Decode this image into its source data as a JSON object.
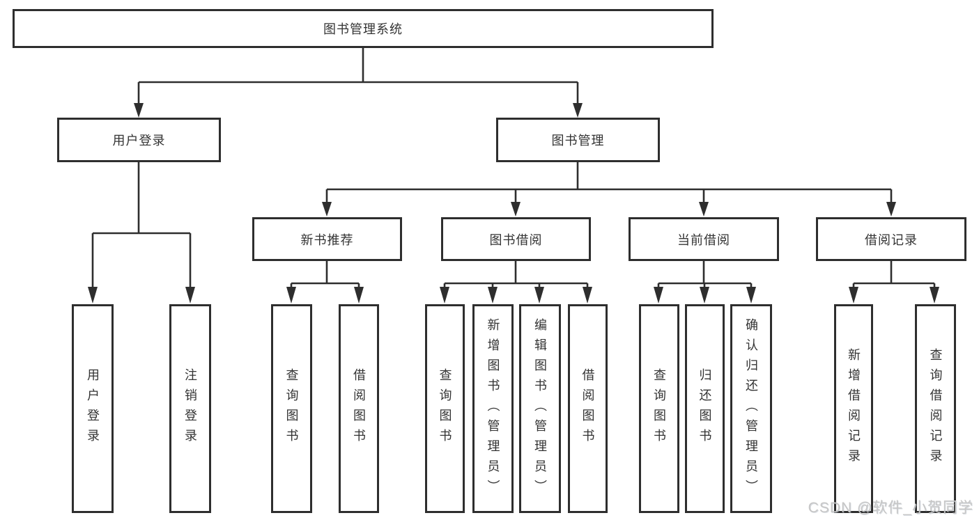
{
  "diagram": {
    "root": {
      "label": "图书管理系统"
    },
    "user_login": {
      "label": "用户登录",
      "children": [
        {
          "label": "用户登录"
        },
        {
          "label": "注销登录"
        }
      ]
    },
    "book_mgmt": {
      "label": "图书管理",
      "children": [
        {
          "label": "新书推荐",
          "children": [
            {
              "label": "查询图书"
            },
            {
              "label": "借阅图书"
            }
          ]
        },
        {
          "label": "图书借阅",
          "children": [
            {
              "label": "查询图书"
            },
            {
              "label": "新增图书（管理员）"
            },
            {
              "label": "编辑图书（管理员）"
            },
            {
              "label": "借阅图书"
            }
          ]
        },
        {
          "label": "当前借阅",
          "children": [
            {
              "label": "查询图书"
            },
            {
              "label": "归还图书"
            },
            {
              "label": "确认归还（管理员）"
            }
          ]
        },
        {
          "label": "借阅记录",
          "children": [
            {
              "label": "新增借阅记录"
            },
            {
              "label": "查询借阅记录"
            }
          ]
        }
      ]
    }
  },
  "watermark": {
    "text": "CSDN @软件_小贺同学"
  },
  "colors": {
    "line": "#2e2e2e",
    "box_border": "#2e2e2e",
    "box_fill": "#ffffff",
    "text": "#333333",
    "background": "#ffffff",
    "watermark": "#c6c6c6"
  }
}
